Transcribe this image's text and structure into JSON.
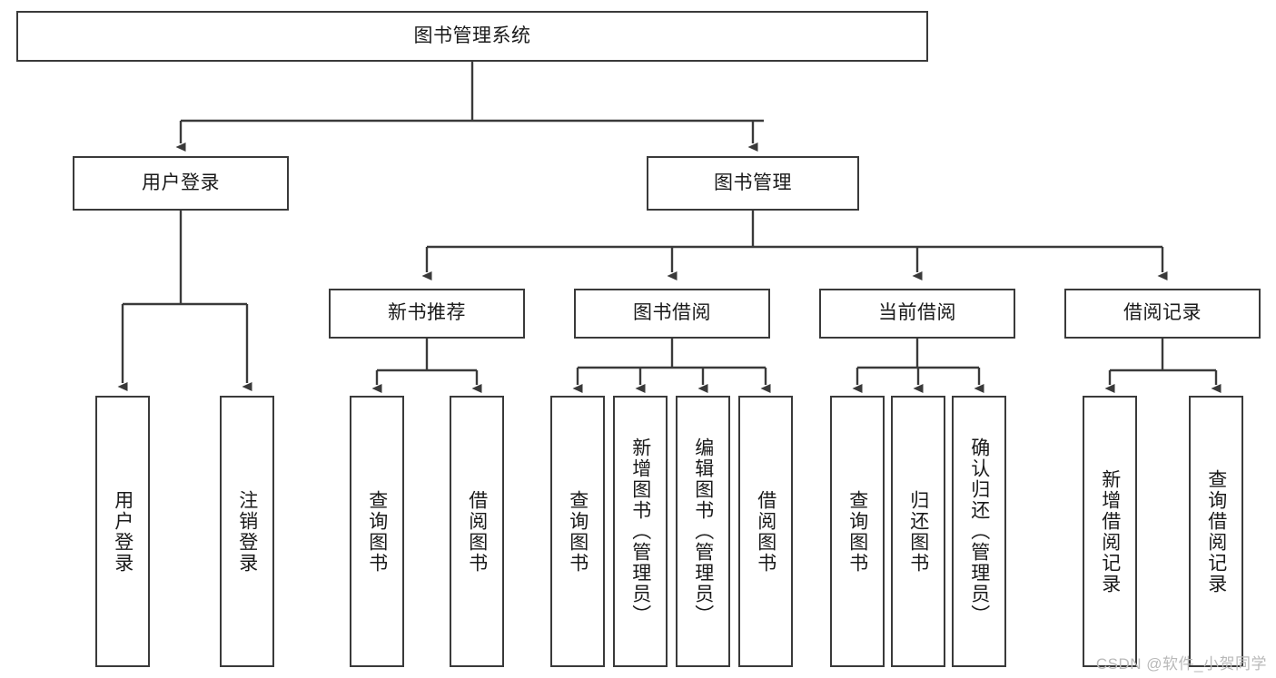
{
  "diagram": {
    "title": "图书管理系统",
    "type": "hierarchy-tree",
    "colors": {
      "box_border": "#3a3a3a",
      "box_fill": "#ffffff",
      "connector": "#3a3a3a",
      "text": "#1a1a1a",
      "watermark": "#b9b9b9",
      "background": "#ffffff"
    },
    "root": {
      "label": "图书管理系统"
    },
    "level2": [
      {
        "label": "用户登录"
      },
      {
        "label": "图书管理"
      }
    ],
    "level3": [
      {
        "label": "新书推荐"
      },
      {
        "label": "图书借阅"
      },
      {
        "label": "当前借阅"
      },
      {
        "label": "借阅记录"
      }
    ],
    "leaves": {
      "user_login": [
        {
          "label": "用户登录"
        },
        {
          "label": "注销登录"
        }
      ],
      "new_book_recommend": [
        {
          "label": "查询图书"
        },
        {
          "label": "借阅图书"
        }
      ],
      "book_borrow": [
        {
          "label": "查询图书"
        },
        {
          "label": "新增图书（管理员）"
        },
        {
          "label": "编辑图书（管理员）"
        },
        {
          "label": "借阅图书"
        }
      ],
      "current_borrow": [
        {
          "label": "查询图书"
        },
        {
          "label": "归还图书"
        },
        {
          "label": "确认归还（管理员）"
        }
      ],
      "borrow_record": [
        {
          "label": "新增借阅记录"
        },
        {
          "label": "查询借阅记录"
        }
      ]
    },
    "watermark": "CSDN @软件_小贺同学"
  }
}
